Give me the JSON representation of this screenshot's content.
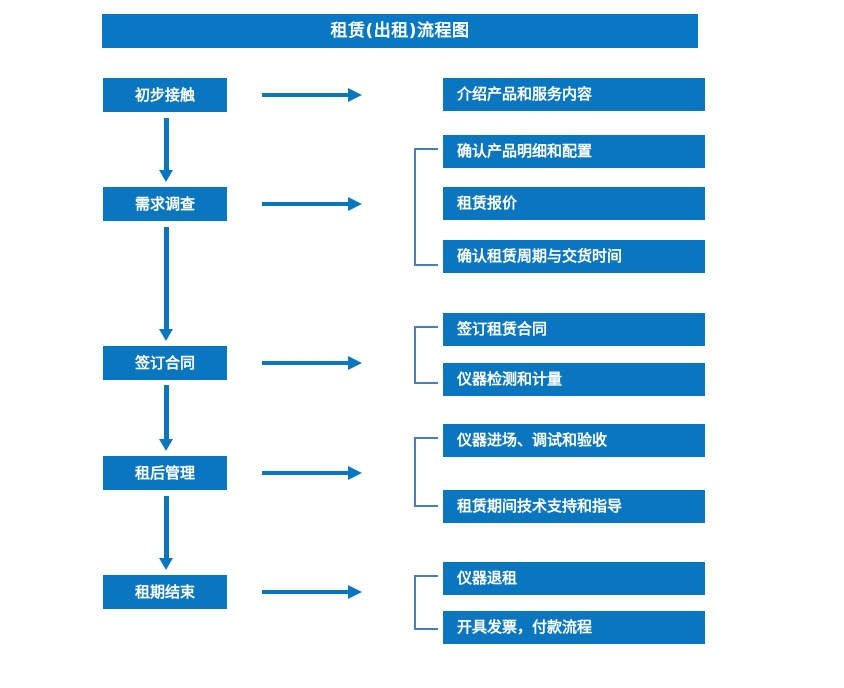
{
  "diagram": {
    "title": "租赁(出租)流程图",
    "colors": {
      "title_bar": "#0878c4",
      "box_fill": "#0b76c0",
      "box_text": "#ffffff",
      "arrow": "#0b76c0",
      "bracket": "#4a7ebb",
      "background": "#ffffff"
    },
    "stages": [
      {
        "label": "初步接触"
      },
      {
        "label": "需求调查"
      },
      {
        "label": "签订合同"
      },
      {
        "label": "租后管理"
      },
      {
        "label": "租期结束"
      }
    ],
    "details": [
      {
        "label": "介绍产品和服务内容"
      },
      {
        "label": "确认产品明细和配置"
      },
      {
        "label": "租赁报价"
      },
      {
        "label": "确认租赁周期与交货时间"
      },
      {
        "label": "签订租赁合同"
      },
      {
        "label": "仪器检测和计量"
      },
      {
        "label": "仪器进场、调试和验收"
      },
      {
        "label": "租赁期间技术支持和指导"
      },
      {
        "label": "仪器退租"
      },
      {
        "label": "开具发票，付款流程"
      }
    ]
  }
}
